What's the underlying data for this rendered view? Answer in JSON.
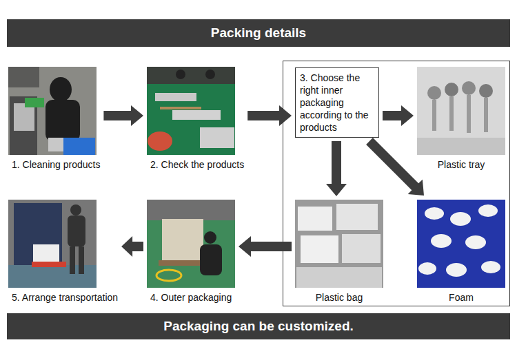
{
  "diagram": {
    "title": "Packing details",
    "caption": "Packaging can be customized.",
    "nodes": [
      {
        "text": [
          "1. Cleaning products"
        ]
      },
      {
        "text": [
          "2. Check the products"
        ]
      },
      {
        "text": [
          "3. Choose the right inner packaging according to the products"
        ]
      },
      {
        "text": [
          "Plastic tray"
        ]
      },
      {
        "text": [
          "Plastic bag"
        ]
      },
      {
        "text": [
          "Foam"
        ]
      },
      {
        "text": [
          "4. Outer packaging"
        ]
      },
      {
        "text": [
          "5. Arrange transportation"
        ]
      }
    ],
    "edges": [
      {
        "from": 0,
        "to": 1,
        "arrow": "to"
      },
      {
        "from": 1,
        "to": 2,
        "arrow": "to"
      },
      {
        "from": 2,
        "to": 3,
        "arrow": "to"
      },
      {
        "from": 2,
        "to": 4,
        "arrow": "to"
      },
      {
        "from": 2,
        "to": 5,
        "arrow": "to"
      },
      {
        "from": 4,
        "to": 6,
        "arrow": "to"
      },
      {
        "from": 6,
        "to": 7,
        "arrow": "to"
      }
    ]
  }
}
